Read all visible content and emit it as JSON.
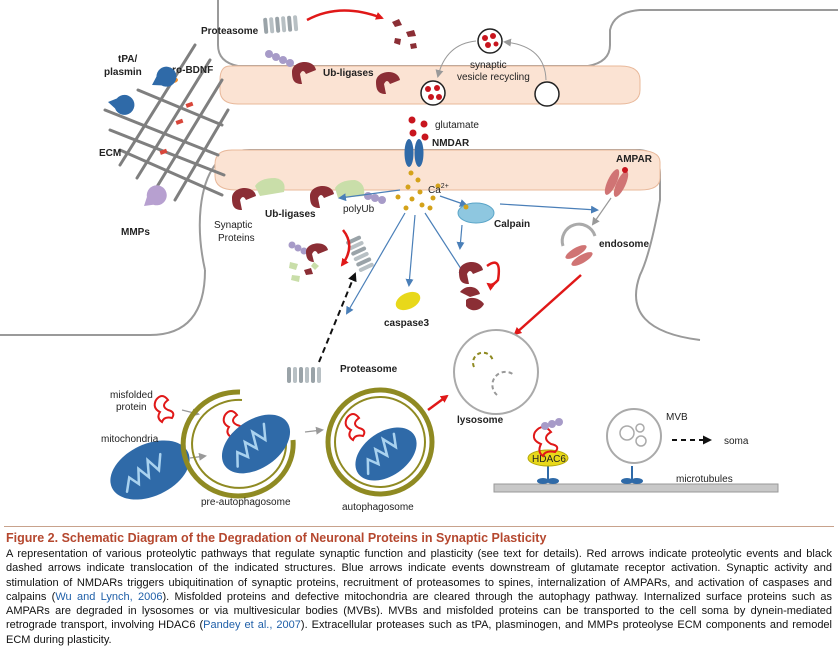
{
  "labels": {
    "proteasome_top": "Proteasome",
    "tpa_plasmin": [
      "tPA/",
      "plasmin"
    ],
    "pro_bdnf": "pro-BDNF",
    "ecm": "ECM",
    "mmps": "MMPs",
    "ub_ligases_top": "Ub-ligases",
    "synaptic_vesicle_recycling": [
      "synaptic",
      "vesicle recycling"
    ],
    "glutamate": "glutamate",
    "nmdar": "NMDAR",
    "ampar": "AMPAR",
    "ca": "Ca",
    "ca_charge": "2+",
    "synaptic_proteins": [
      "Synaptic",
      "Proteins"
    ],
    "ub_ligases_mid": "Ub-ligases",
    "polyub": "polyUb",
    "calpain": "Calpain",
    "endosome": "endosome",
    "caspase3": "caspase3",
    "proteasome_mid": "Proteasome",
    "misfolded_protein": [
      "misfolded",
      "protein"
    ],
    "mitochondria": "mitochondria",
    "pre_autophagosome": "pre-autophagosome",
    "autophagosome": "autophagosome",
    "lysosome": "lysosome",
    "hdac6": "HDAC6",
    "mvb": "MVB",
    "soma": "soma",
    "microtubules": "microtubules"
  },
  "caption": {
    "title": "Figure 2. Schematic Diagram of the Degradation of Neuronal Proteins in Synaptic Plasticity",
    "body_1": "A representation of various proteolytic pathways that regulate synaptic function and plasticity (see text for details). Red arrows indicate proteolytic events and black dashed arrows indicate translocation of the indicated structures. Blue arrows indicate events downstream of glutamate receptor activation. Synaptic activity and stimulation of NMDARs triggers ubiquitination of synaptic proteins, recruitment of proteasomes to spines, internalization of AMPARs, and activation of caspases and calpains (",
    "ref_1": "Wu and Lynch, 2006",
    "body_2": "). Misfolded proteins and defective mitochondria are cleared through the autophagy pathway. Internalized surface proteins such as AMPARs are degraded in lysosomes or via multivesicular bodies (MVBs). MVBs and misfolded proteins can be transported to the cell soma by dynein-mediated retrograde transport, involving HDAC6 (",
    "ref_2": "Pandey et al., 2007",
    "body_3": "). Extracellular proteases such as tPA, plasminogen, and MMPs proteolyse ECM components and remodel ECM during plasticity."
  },
  "colors": {
    "membrane_fill": "#fbe3d3",
    "proteasome": "#9aa3a8",
    "ub_ligase": "#8b2e35",
    "blue_arrow": "#4a7fb8",
    "red_arrow": "#e01818",
    "olive": "#8f8a22",
    "mito": "#2f6aa8",
    "calpain": "#8ec7e0",
    "caspase3": "#e8d81a",
    "title_red": "#b5472e"
  }
}
